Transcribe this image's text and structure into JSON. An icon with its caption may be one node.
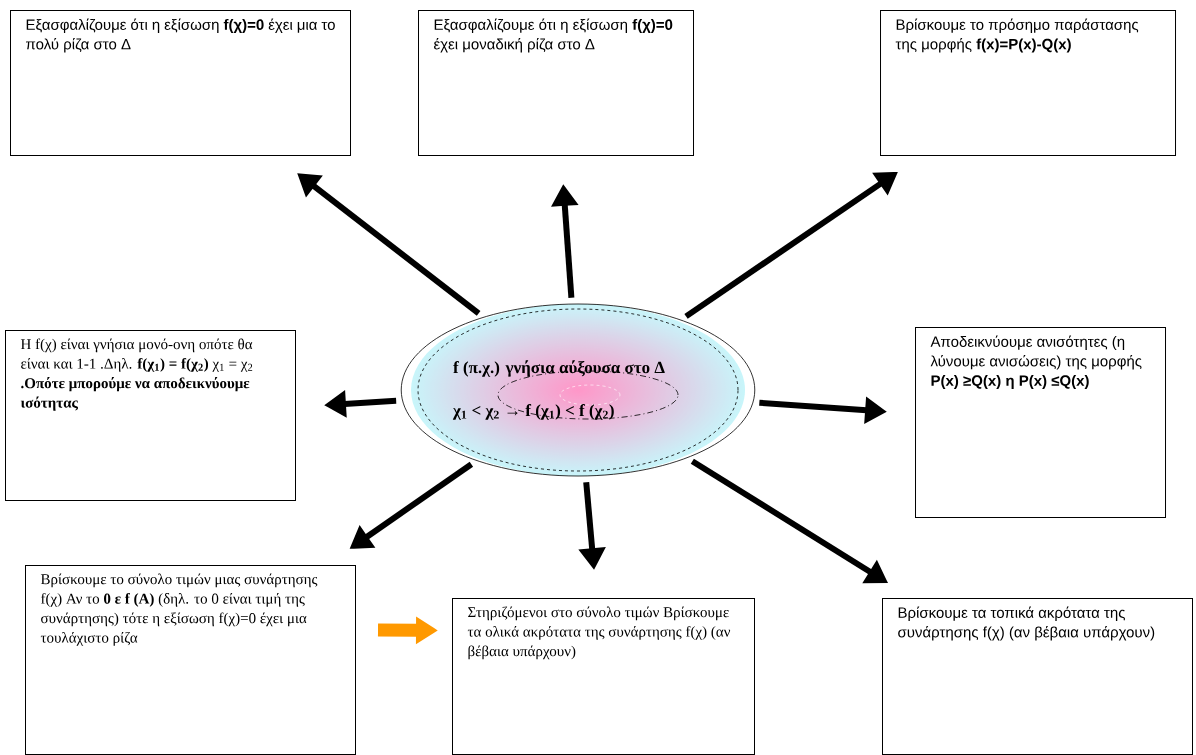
{
  "diagram": {
    "nodes": [
      {
        "text": [
          "f (π.χ.) γνήσια αύξουσα στο Δ",
          "χ$_{1}$ < χ$_{2}$ → f (χ$_{1}$) < f (χ$_{2}$)"
        ]
      },
      {
        "text": [
          "Εξασφαλίζουμε ότι η εξίσωση **f(χ)=0** έχει μια το πολύ ρίζα στο Δ"
        ]
      },
      {
        "text": [
          "Εξασφαλίζουμε ότι η εξίσωση **f(χ)=0** έχει μοναδική ρίζα στο Δ"
        ]
      },
      {
        "text": [
          "Βρίσκουμε το πρόσημο παράστασης της μορφής **f(x)=P(x)-Q(x)**"
        ]
      },
      {
        "text": [
          "Η f(χ) είναι γνήσια μονό-ονη οπότε θα είναι και 1-1 .Δηλ. **f(χ$_{1}$) = f(χ$_{2}$)** χ$_{1}$ = χ$_{2}$ **.Οπότε μπορούμε να αποδεικνύουμε ισότητας**"
        ]
      },
      {
        "text": [
          "Αποδεικνύουμε ανισότητες (η λύνουμε ανισώσεις) της μορφής **P(x) ≥Q(x) η P(x) ≤Q(x)**"
        ]
      },
      {
        "text": [
          "Βρίσκουμε το σύνολο τιμών μιας συνάρτησης f(χ) Αν το **0 ε f (A)** (δηλ. το 0 είναι τιμή της συνάρτησης) τότε η εξίσωση f(χ)=0 έχει μια τουλάχιστο ρίζα"
        ]
      },
      {
        "text": [
          "Στηριζόμενοι στο σύνολο τιμών Βρίσκουμε τα ολικά ακρότατα της συνάρτησης f(χ) (αν βέβαια υπάρχουν)"
        ]
      },
      {
        "text": [
          "Βρίσκουμε τα τοπικά ακρότατα της συνάρτησης f(χ) (αν βέβαια υπάρχουν)"
        ]
      }
    ],
    "edges": [
      {
        "from": 0,
        "to": 1,
        "arrow": "to"
      },
      {
        "from": 0,
        "to": 2,
        "arrow": "to"
      },
      {
        "from": 0,
        "to": 3,
        "arrow": "to"
      },
      {
        "from": 0,
        "to": 4,
        "arrow": "to"
      },
      {
        "from": 0,
        "to": 5,
        "arrow": "to"
      },
      {
        "from": 0,
        "to": 6,
        "arrow": "to"
      },
      {
        "from": 0,
        "to": 7,
        "arrow": "to"
      },
      {
        "from": 0,
        "to": 8,
        "arrow": "to"
      },
      {
        "from": 6,
        "to": 7,
        "arrow": "to",
        "style": "thick",
        "color": "#ff9900"
      }
    ]
  }
}
